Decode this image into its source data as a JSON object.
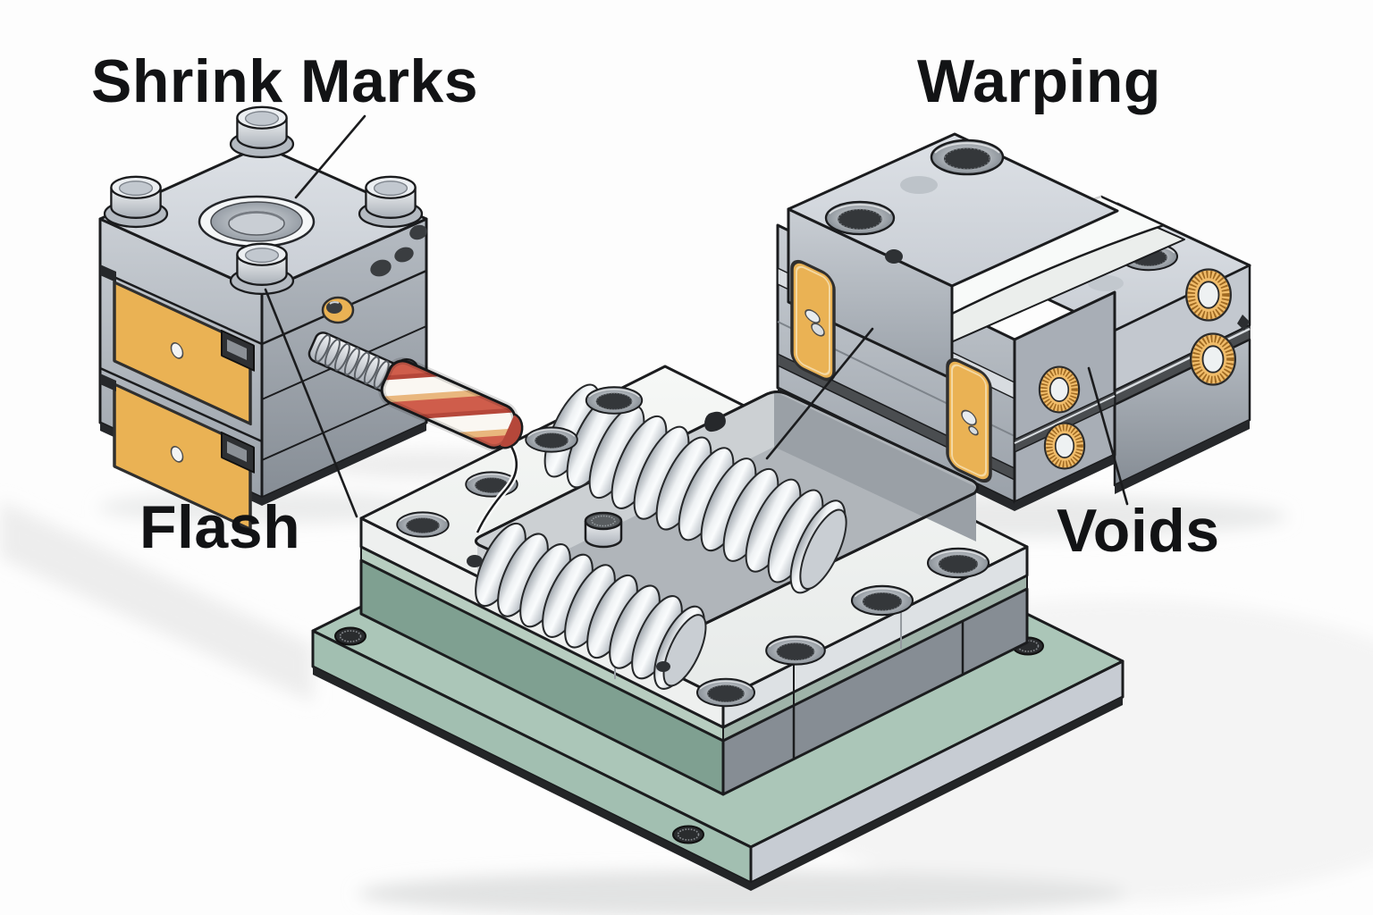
{
  "figure": {
    "type": "technical-illustration",
    "subject": "Injection molding defect types shown on isometric mold tooling blocks"
  },
  "labels": {
    "shrink_marks": "Shrink Marks",
    "warping": "Warping",
    "flash": "Flash",
    "voids": "Voids"
  },
  "colors": {
    "bg": "#fdfdfd",
    "ink": "#1b1c1e",
    "label_ink": "#121315",
    "brass": "#eab254",
    "brass_light": "#f0bc6a",
    "green_wall": "#7fa091",
    "green_lip": "#b7cdc0",
    "base_green_top": "#abc6b8",
    "base_green_face": "#a2bfb1",
    "stripe_red": "#cf5d4b",
    "stripe_tan": "#e9b77e",
    "stripe_white": "#faf7f2",
    "shadow": "#e7e8e8"
  }
}
